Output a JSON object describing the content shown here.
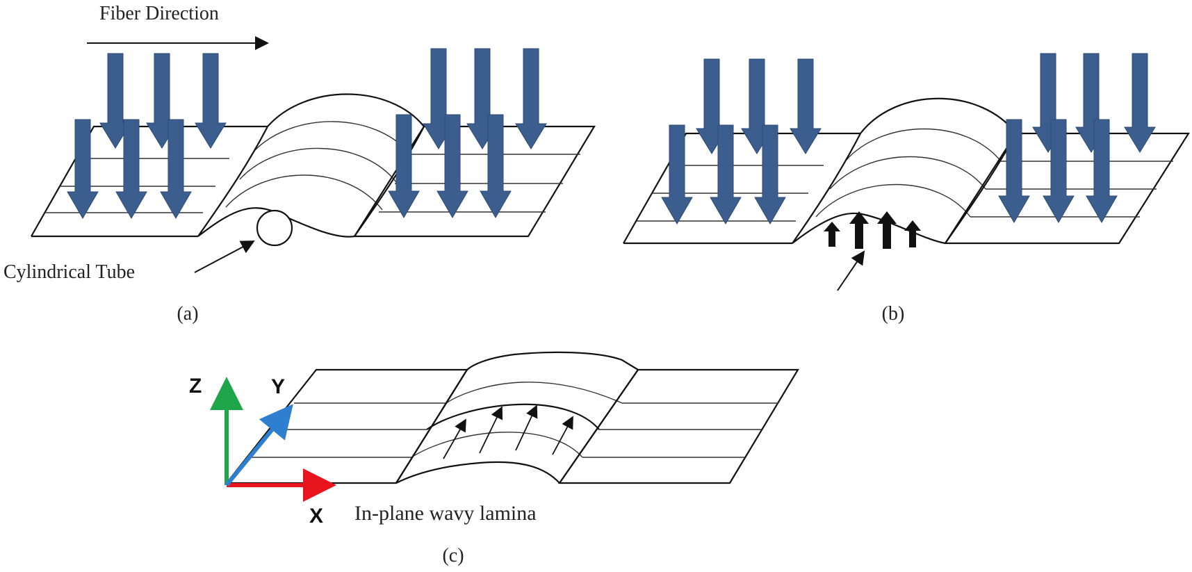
{
  "panels": {
    "a": {
      "label": "(a)",
      "fiber_direction_label": "Fiber Direction",
      "tube_label": "Cylindrical Tube"
    },
    "b": {
      "label": "(b)"
    },
    "c": {
      "label": "(c)",
      "axis_x": "X",
      "axis_y": "Y",
      "axis_z": "Z",
      "caption": "In-plane wavy lamina"
    }
  },
  "colors": {
    "load_arrows": "#3b5e8f",
    "axis_x": "#e8141e",
    "axis_y": "#2f7fd0",
    "axis_z": "#1fa64a",
    "lines": "#111111"
  },
  "icons": {
    "load_arrow": "down-arrow-icon",
    "pressure_arrow": "up-arrow-icon"
  }
}
